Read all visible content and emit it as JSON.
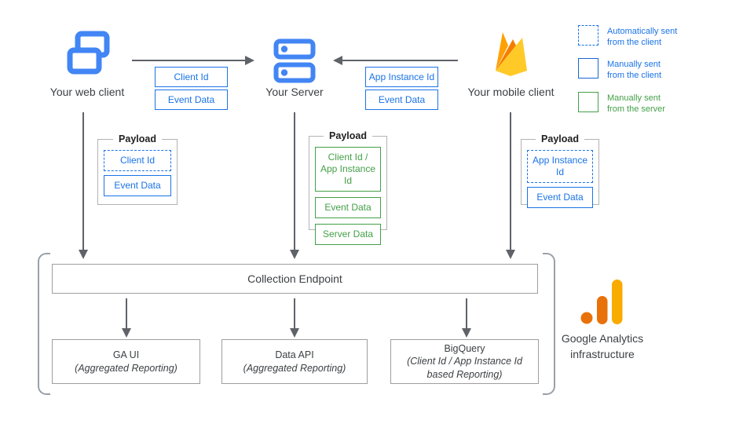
{
  "nodes": {
    "web_client": {
      "label": "Your web client"
    },
    "server": {
      "label": "Your Server"
    },
    "mobile_client": {
      "label": "Your mobile client"
    }
  },
  "flows": {
    "web_to_server": {
      "tags": [
        {
          "label": "Client Id"
        },
        {
          "label": "Event Data"
        }
      ]
    },
    "mobile_to_server": {
      "tags": [
        {
          "label": "App Instance Id"
        },
        {
          "label": "Event Data"
        }
      ]
    }
  },
  "payloads": {
    "web": {
      "title": "Payload",
      "items": [
        {
          "label": "Client Id",
          "style": "dashed-blue"
        },
        {
          "label": "Event Data",
          "style": "solid-blue"
        }
      ]
    },
    "server": {
      "title": "Payload",
      "items": [
        {
          "label": "Client Id /\nApp Instance Id",
          "style": "solid-green"
        },
        {
          "label": "Event Data",
          "style": "solid-green"
        },
        {
          "label": "Server Data",
          "style": "solid-green"
        }
      ]
    },
    "mobile": {
      "title": "Payload",
      "items": [
        {
          "label": "App Instance Id",
          "style": "dashed-blue"
        },
        {
          "label": "Event Data",
          "style": "solid-blue"
        }
      ]
    }
  },
  "legend": {
    "items": [
      {
        "swatch": "dashed-blue",
        "label": "Automatically sent\nfrom the client",
        "color": "#1a73e8"
      },
      {
        "swatch": "solid-blue",
        "label": "Manually sent\nfrom the client",
        "color": "#1a73e8"
      },
      {
        "swatch": "solid-green",
        "label": "Manually sent\nfrom the server",
        "color": "#43a047"
      }
    ]
  },
  "infrastructure": {
    "endpoint_label": "Collection Endpoint",
    "outputs": [
      {
        "title": "GA UI",
        "subtitle": "(Aggregated Reporting)"
      },
      {
        "title": "Data API",
        "subtitle": "(Aggregated Reporting)"
      },
      {
        "title": "BigQuery",
        "subtitle": "(Client Id / App Instance Id\nbased Reporting)"
      }
    ],
    "caption": "Google Analytics\ninfrastructure"
  },
  "colors": {
    "blue": "#1a73e8",
    "icon_blue": "#4285f4",
    "green": "#43a047",
    "arrow_gray": "#5f6368",
    "border_gray": "#9e9e9e",
    "bracket_gray": "#9aa0a6",
    "text_dark": "#3c4043",
    "firebase_amber": "#ffa000",
    "firebase_orange": "#f57c00",
    "firebase_yellow": "#ffca28",
    "ga_orange": "#e8710a",
    "ga_amber": "#f9ab00"
  }
}
